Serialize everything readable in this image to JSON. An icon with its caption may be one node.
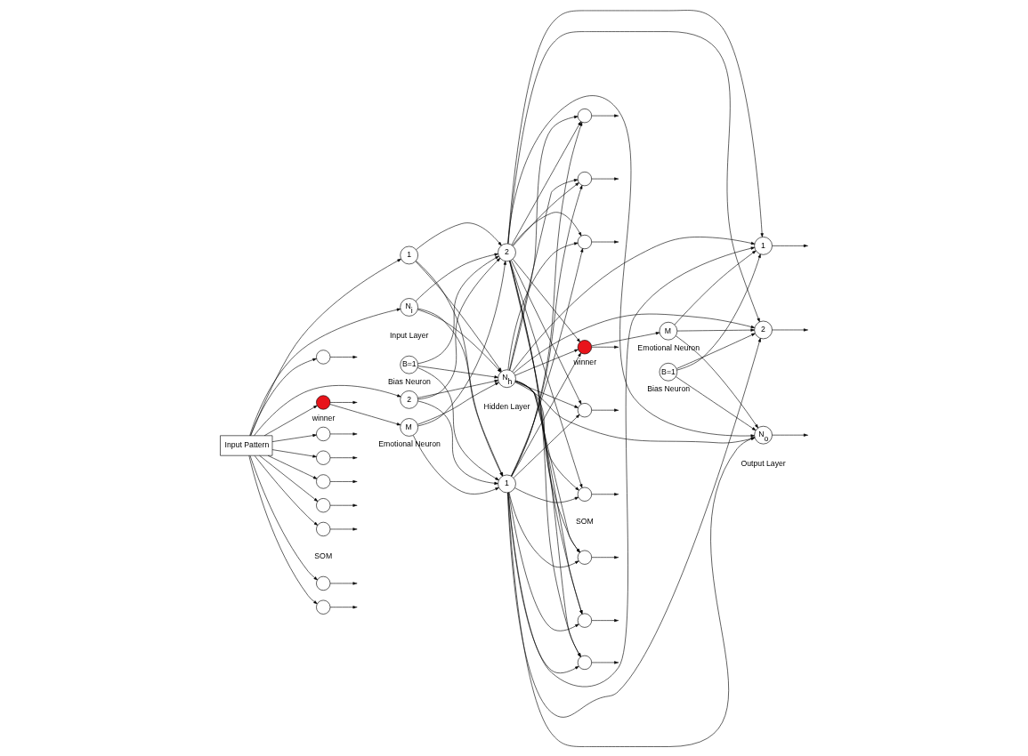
{
  "diagram": {
    "nodes": [
      {
        "text": [
          "Input Pattern"
        ]
      },
      {
        "text": [
          "1"
        ]
      },
      {
        "text": [
          "2"
        ]
      },
      {
        "text": [
          "N$_{i}$"
        ]
      },
      {
        "text": [
          "B=1"
        ],
        "beside": [
          "Bias Neuron"
        ]
      },
      {
        "text": [
          "1"
        ]
      },
      {
        "text": [
          "2"
        ]
      },
      {
        "text": [
          "N$_{h}$"
        ]
      },
      {
        "text": [
          "B=1"
        ],
        "beside": [
          "Bias Neuron"
        ]
      },
      {
        "text": [
          "1"
        ]
      },
      {
        "text": [
          "2"
        ]
      },
      {
        "text": [
          "N$_{o}$"
        ]
      },
      {
        "text": [],
        "shape": "circle"
      },
      {
        "text": [],
        "shape": "circle"
      },
      {
        "text": [],
        "shape": "circle",
        "beside": [
          "winner"
        ]
      },
      {
        "text": [],
        "shape": "circle"
      },
      {
        "text": [],
        "shape": "circle"
      },
      {
        "text": [],
        "shape": "circle"
      },
      {
        "text": [],
        "shape": "circle"
      },
      {
        "text": [],
        "shape": "circle"
      },
      {
        "text": [],
        "shape": "circle"
      },
      {
        "text": [
          "M"
        ],
        "beside": [
          "Emotional Neuron"
        ]
      },
      {
        "text": [],
        "shape": "circle"
      },
      {
        "text": [],
        "shape": "circle"
      },
      {
        "text": [],
        "shape": "circle"
      },
      {
        "text": [],
        "shape": "circle"
      },
      {
        "text": [],
        "shape": "circle"
      },
      {
        "text": [],
        "shape": "circle"
      },
      {
        "text": [],
        "shape": "circle"
      },
      {
        "text": [],
        "shape": "circle",
        "beside": [
          "winner"
        ]
      },
      {
        "text": [],
        "shape": "circle"
      },
      {
        "text": [
          "M"
        ],
        "beside": [
          "Emotional Neuron"
        ]
      }
    ],
    "edges": [
      {
        "from": 0,
        "to": 1,
        "arrow": "to"
      },
      {
        "from": 0,
        "to": 2,
        "arrow": "to"
      },
      {
        "from": 0,
        "to": 3,
        "arrow": "to"
      },
      {
        "from": 1,
        "to": 5,
        "arrow": "to"
      },
      {
        "from": 1,
        "to": 6,
        "arrow": "to"
      },
      {
        "from": 1,
        "to": 7,
        "arrow": "to"
      },
      {
        "from": 2,
        "to": 5,
        "arrow": "to"
      },
      {
        "from": 2,
        "to": 6,
        "arrow": "to"
      },
      {
        "from": 2,
        "to": 7,
        "arrow": "to"
      },
      {
        "from": 3,
        "to": 5,
        "arrow": "to"
      },
      {
        "from": 3,
        "to": 6,
        "arrow": "to"
      },
      {
        "from": 3,
        "to": 7,
        "arrow": "to"
      },
      {
        "from": 4,
        "to": 5,
        "arrow": "to"
      },
      {
        "from": 4,
        "to": 6,
        "arrow": "to"
      },
      {
        "from": 4,
        "to": 7,
        "arrow": "to"
      },
      {
        "from": 5,
        "to": 9,
        "arrow": "to"
      },
      {
        "from": 5,
        "to": 10,
        "arrow": "to"
      },
      {
        "from": 5,
        "to": 11,
        "arrow": "to"
      },
      {
        "from": 6,
        "to": 9,
        "arrow": "to"
      },
      {
        "from": 6,
        "to": 10,
        "arrow": "to"
      },
      {
        "from": 6,
        "to": 11,
        "arrow": "to"
      },
      {
        "from": 7,
        "to": 9,
        "arrow": "to"
      },
      {
        "from": 7,
        "to": 10,
        "arrow": "to"
      },
      {
        "from": 7,
        "to": 11,
        "arrow": "to"
      },
      {
        "from": 8,
        "to": 9,
        "arrow": "to"
      },
      {
        "from": 8,
        "to": 10,
        "arrow": "to"
      },
      {
        "from": 8,
        "to": 11,
        "arrow": "to"
      },
      {
        "from": 9,
        "to": null,
        "arrow": "to"
      },
      {
        "from": 10,
        "to": null,
        "arrow": "to"
      },
      {
        "from": 11,
        "to": null,
        "arrow": "to"
      },
      {
        "from": 0,
        "to": 12,
        "arrow": "to"
      },
      {
        "from": 0,
        "to": 13,
        "arrow": "to"
      },
      {
        "from": 0,
        "to": 14,
        "arrow": "to"
      },
      {
        "from": 0,
        "to": 15,
        "arrow": "to"
      },
      {
        "from": 0,
        "to": 16,
        "arrow": "to"
      },
      {
        "from": 0,
        "to": 17,
        "arrow": "to"
      },
      {
        "from": 0,
        "to": 18,
        "arrow": "to"
      },
      {
        "from": 0,
        "to": 19,
        "arrow": "to"
      },
      {
        "from": 0,
        "to": 20,
        "arrow": "to"
      },
      {
        "from": 12,
        "to": null,
        "arrow": "to"
      },
      {
        "from": 13,
        "to": null,
        "arrow": "to"
      },
      {
        "from": 14,
        "to": null,
        "arrow": "to"
      },
      {
        "from": 15,
        "to": null,
        "arrow": "to"
      },
      {
        "from": 16,
        "to": null,
        "arrow": "to"
      },
      {
        "from": 17,
        "to": null,
        "arrow": "to"
      },
      {
        "from": 18,
        "to": null,
        "arrow": "to"
      },
      {
        "from": 19,
        "to": null,
        "arrow": "to"
      },
      {
        "from": 20,
        "to": null,
        "arrow": "to"
      },
      {
        "from": 14,
        "to": 21,
        "arrow": "to"
      },
      {
        "from": 21,
        "to": 5,
        "arrow": "to"
      },
      {
        "from": 21,
        "to": 6,
        "arrow": "to"
      },
      {
        "from": 21,
        "to": 7,
        "arrow": "to"
      },
      {
        "from": 5,
        "to": 22,
        "arrow": "to"
      },
      {
        "from": 5,
        "to": 23,
        "arrow": "to"
      },
      {
        "from": 5,
        "to": 24,
        "arrow": "to"
      },
      {
        "from": 5,
        "to": 25,
        "arrow": "to"
      },
      {
        "from": 5,
        "to": 26,
        "arrow": "to"
      },
      {
        "from": 5,
        "to": 27,
        "arrow": "to"
      },
      {
        "from": 5,
        "to": 28,
        "arrow": "to"
      },
      {
        "from": 5,
        "to": 29,
        "arrow": "to"
      },
      {
        "from": 5,
        "to": 30,
        "arrow": "to"
      },
      {
        "from": 6,
        "to": 22,
        "arrow": "to"
      },
      {
        "from": 6,
        "to": 23,
        "arrow": "to"
      },
      {
        "from": 6,
        "to": 24,
        "arrow": "to"
      },
      {
        "from": 6,
        "to": 25,
        "arrow": "to"
      },
      {
        "from": 6,
        "to": 26,
        "arrow": "to"
      },
      {
        "from": 6,
        "to": 27,
        "arrow": "to"
      },
      {
        "from": 6,
        "to": 28,
        "arrow": "to"
      },
      {
        "from": 6,
        "to": 29,
        "arrow": "to"
      },
      {
        "from": 6,
        "to": 30,
        "arrow": "to"
      },
      {
        "from": 7,
        "to": 22,
        "arrow": "to"
      },
      {
        "from": 7,
        "to": 23,
        "arrow": "to"
      },
      {
        "from": 7,
        "to": 24,
        "arrow": "to"
      },
      {
        "from": 7,
        "to": 25,
        "arrow": "to"
      },
      {
        "from": 7,
        "to": 26,
        "arrow": "to"
      },
      {
        "from": 7,
        "to": 27,
        "arrow": "to"
      },
      {
        "from": 7,
        "to": 28,
        "arrow": "to"
      },
      {
        "from": 7,
        "to": 29,
        "arrow": "to"
      },
      {
        "from": 7,
        "to": 30,
        "arrow": "to"
      },
      {
        "from": 22,
        "to": null,
        "arrow": "to"
      },
      {
        "from": 23,
        "to": null,
        "arrow": "to"
      },
      {
        "from": 24,
        "to": null,
        "arrow": "to"
      },
      {
        "from": 25,
        "to": null,
        "arrow": "to"
      },
      {
        "from": 26,
        "to": null,
        "arrow": "to"
      },
      {
        "from": 27,
        "to": null,
        "arrow": "to"
      },
      {
        "from": 28,
        "to": null,
        "arrow": "to"
      },
      {
        "from": 29,
        "to": null,
        "arrow": "to"
      },
      {
        "from": 30,
        "to": null,
        "arrow": "to"
      },
      {
        "from": 29,
        "to": 31,
        "arrow": "to"
      },
      {
        "from": 31,
        "to": 9,
        "arrow": "to"
      },
      {
        "from": 31,
        "to": 10,
        "arrow": "to"
      },
      {
        "from": 31,
        "to": 11,
        "arrow": "to"
      }
    ],
    "labels": [
      "Input Layer",
      "Hidden Layer",
      "Output Layer",
      "SOM",
      "SOM"
    ]
  }
}
